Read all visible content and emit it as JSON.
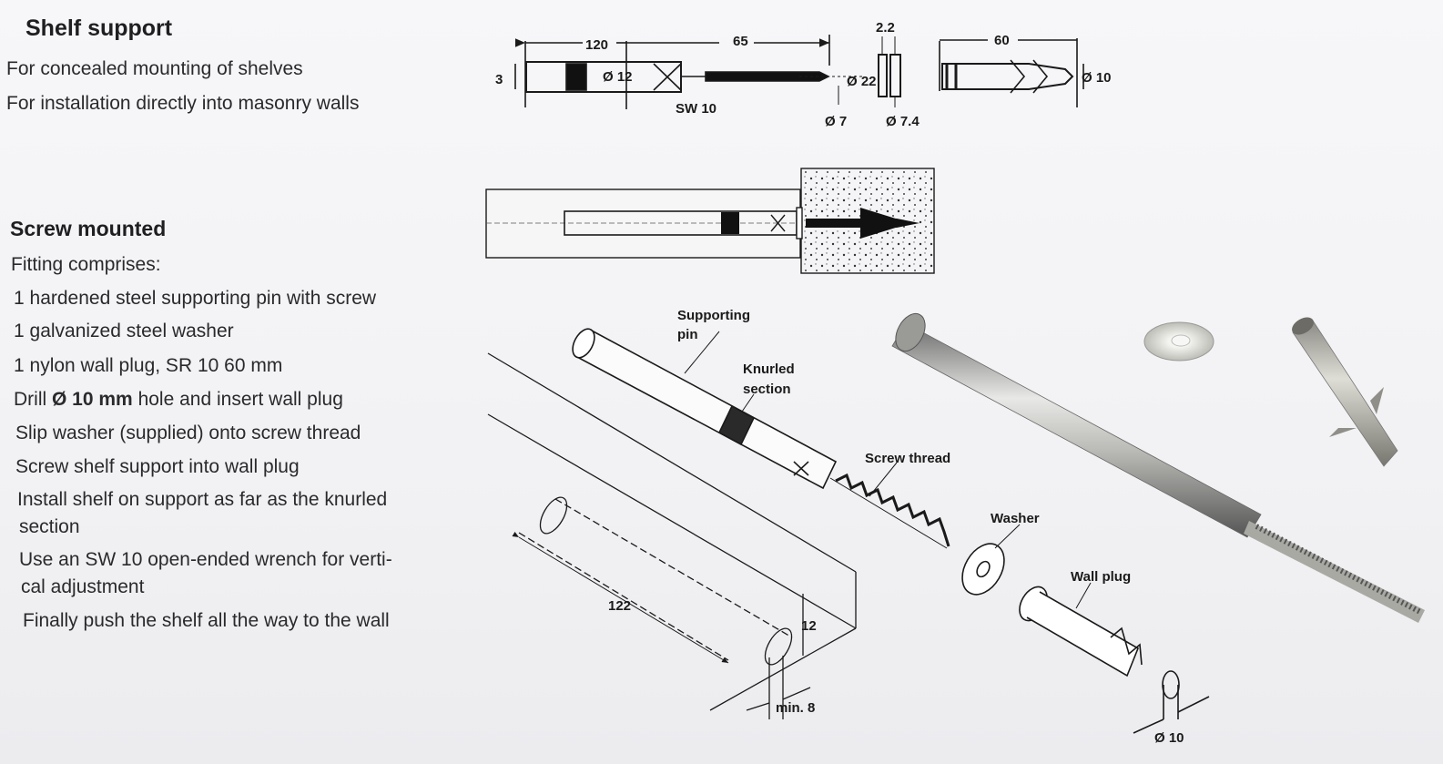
{
  "shelf_support": {
    "heading": "Shelf support",
    "lines": [
      "For concealed mounting of shelves",
      "For installation directly into masonry walls"
    ]
  },
  "screw_mounted": {
    "heading": "Screw mounted",
    "lines": [
      "Fitting comprises:",
      "1 hardened steel supporting pin with screw",
      "1 galvanized steel washer",
      "1 nylon wall plug, SR 10 60 mm"
    ],
    "drill": {
      "pre": "Drill",
      "bold": "Ø 10 mm",
      "post": "hole and insert wall plug"
    },
    "steps": [
      "Slip washer (supplied) onto screw thread",
      "Screw shelf support into wall plug",
      "Install shelf on support as far as the knurled",
      "section",
      "Use an SW 10 open-ended wrench for verti-",
      "cal adjustment",
      "Finally push the shelf all the way to the wall"
    ]
  },
  "dimensions": {
    "d120": "120",
    "d65": "65",
    "d3": "3",
    "d12": "Ø 12",
    "sw10": "SW 10",
    "d22": "Ø 22",
    "d2_2": "2.2",
    "d7": "Ø 7",
    "d7_4": "Ø 7.4",
    "d60": "60",
    "d10": "Ø 10"
  },
  "callouts": {
    "pin1": "Supporting",
    "pin2": "pin",
    "knurl1": "Knurled",
    "knurl2": "section",
    "thread": "Screw thread",
    "washer": "Washer",
    "plug": "Wall plug"
  },
  "shelf_dims": {
    "len": "122",
    "thk": "12",
    "min": "min. 8",
    "hole": "Ø 10"
  }
}
